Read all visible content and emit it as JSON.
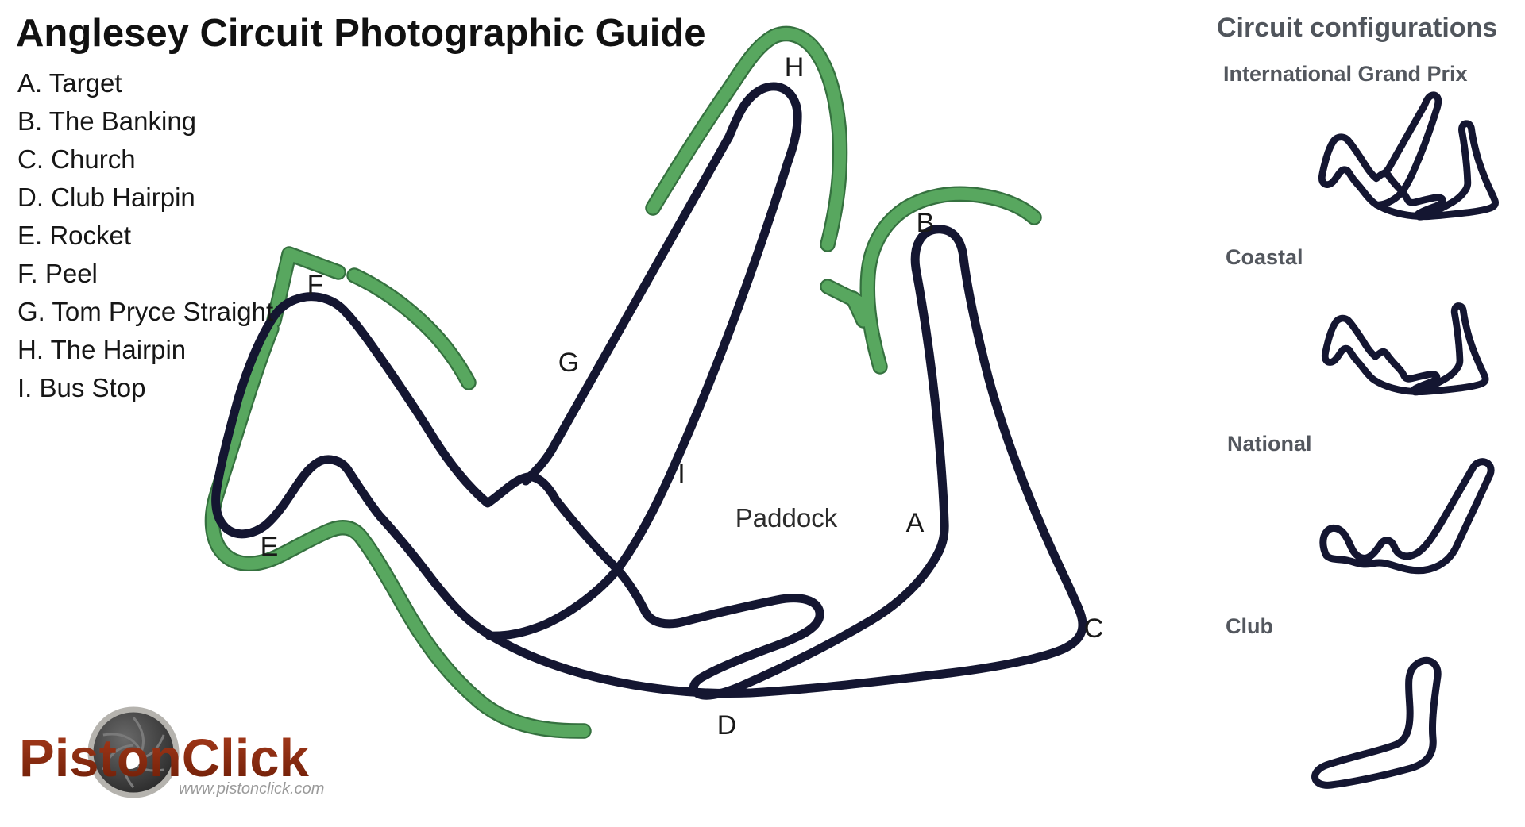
{
  "title": "Anglesey Circuit Photographic Guide",
  "legend": {
    "items": [
      "A. Target",
      "B. The Banking",
      "C. Church",
      "D. Club Hairpin",
      "E. Rocket",
      "F. Peel",
      "G. Tom Pryce Straight",
      "H. The Hairpin",
      "I. Bus Stop"
    ]
  },
  "map": {
    "labels": {
      "a": "A",
      "b": "B",
      "c": "C",
      "d": "D",
      "e": "E",
      "f": "F",
      "g": "G",
      "h": "H",
      "i": "I",
      "paddock": "Paddock"
    }
  },
  "configurations": {
    "heading": "Circuit configurations",
    "items": [
      "International Grand Prix",
      "Coastal",
      "National",
      "Club"
    ]
  },
  "logo": {
    "brand": "PistonClick",
    "website": "www.pistonclick.com"
  },
  "colors": {
    "track": "#141631",
    "highlight_green": "#58a75f",
    "highlight_green_edge": "#35713f",
    "config_text": "#53575e",
    "logo_red": "#8a2a12"
  }
}
